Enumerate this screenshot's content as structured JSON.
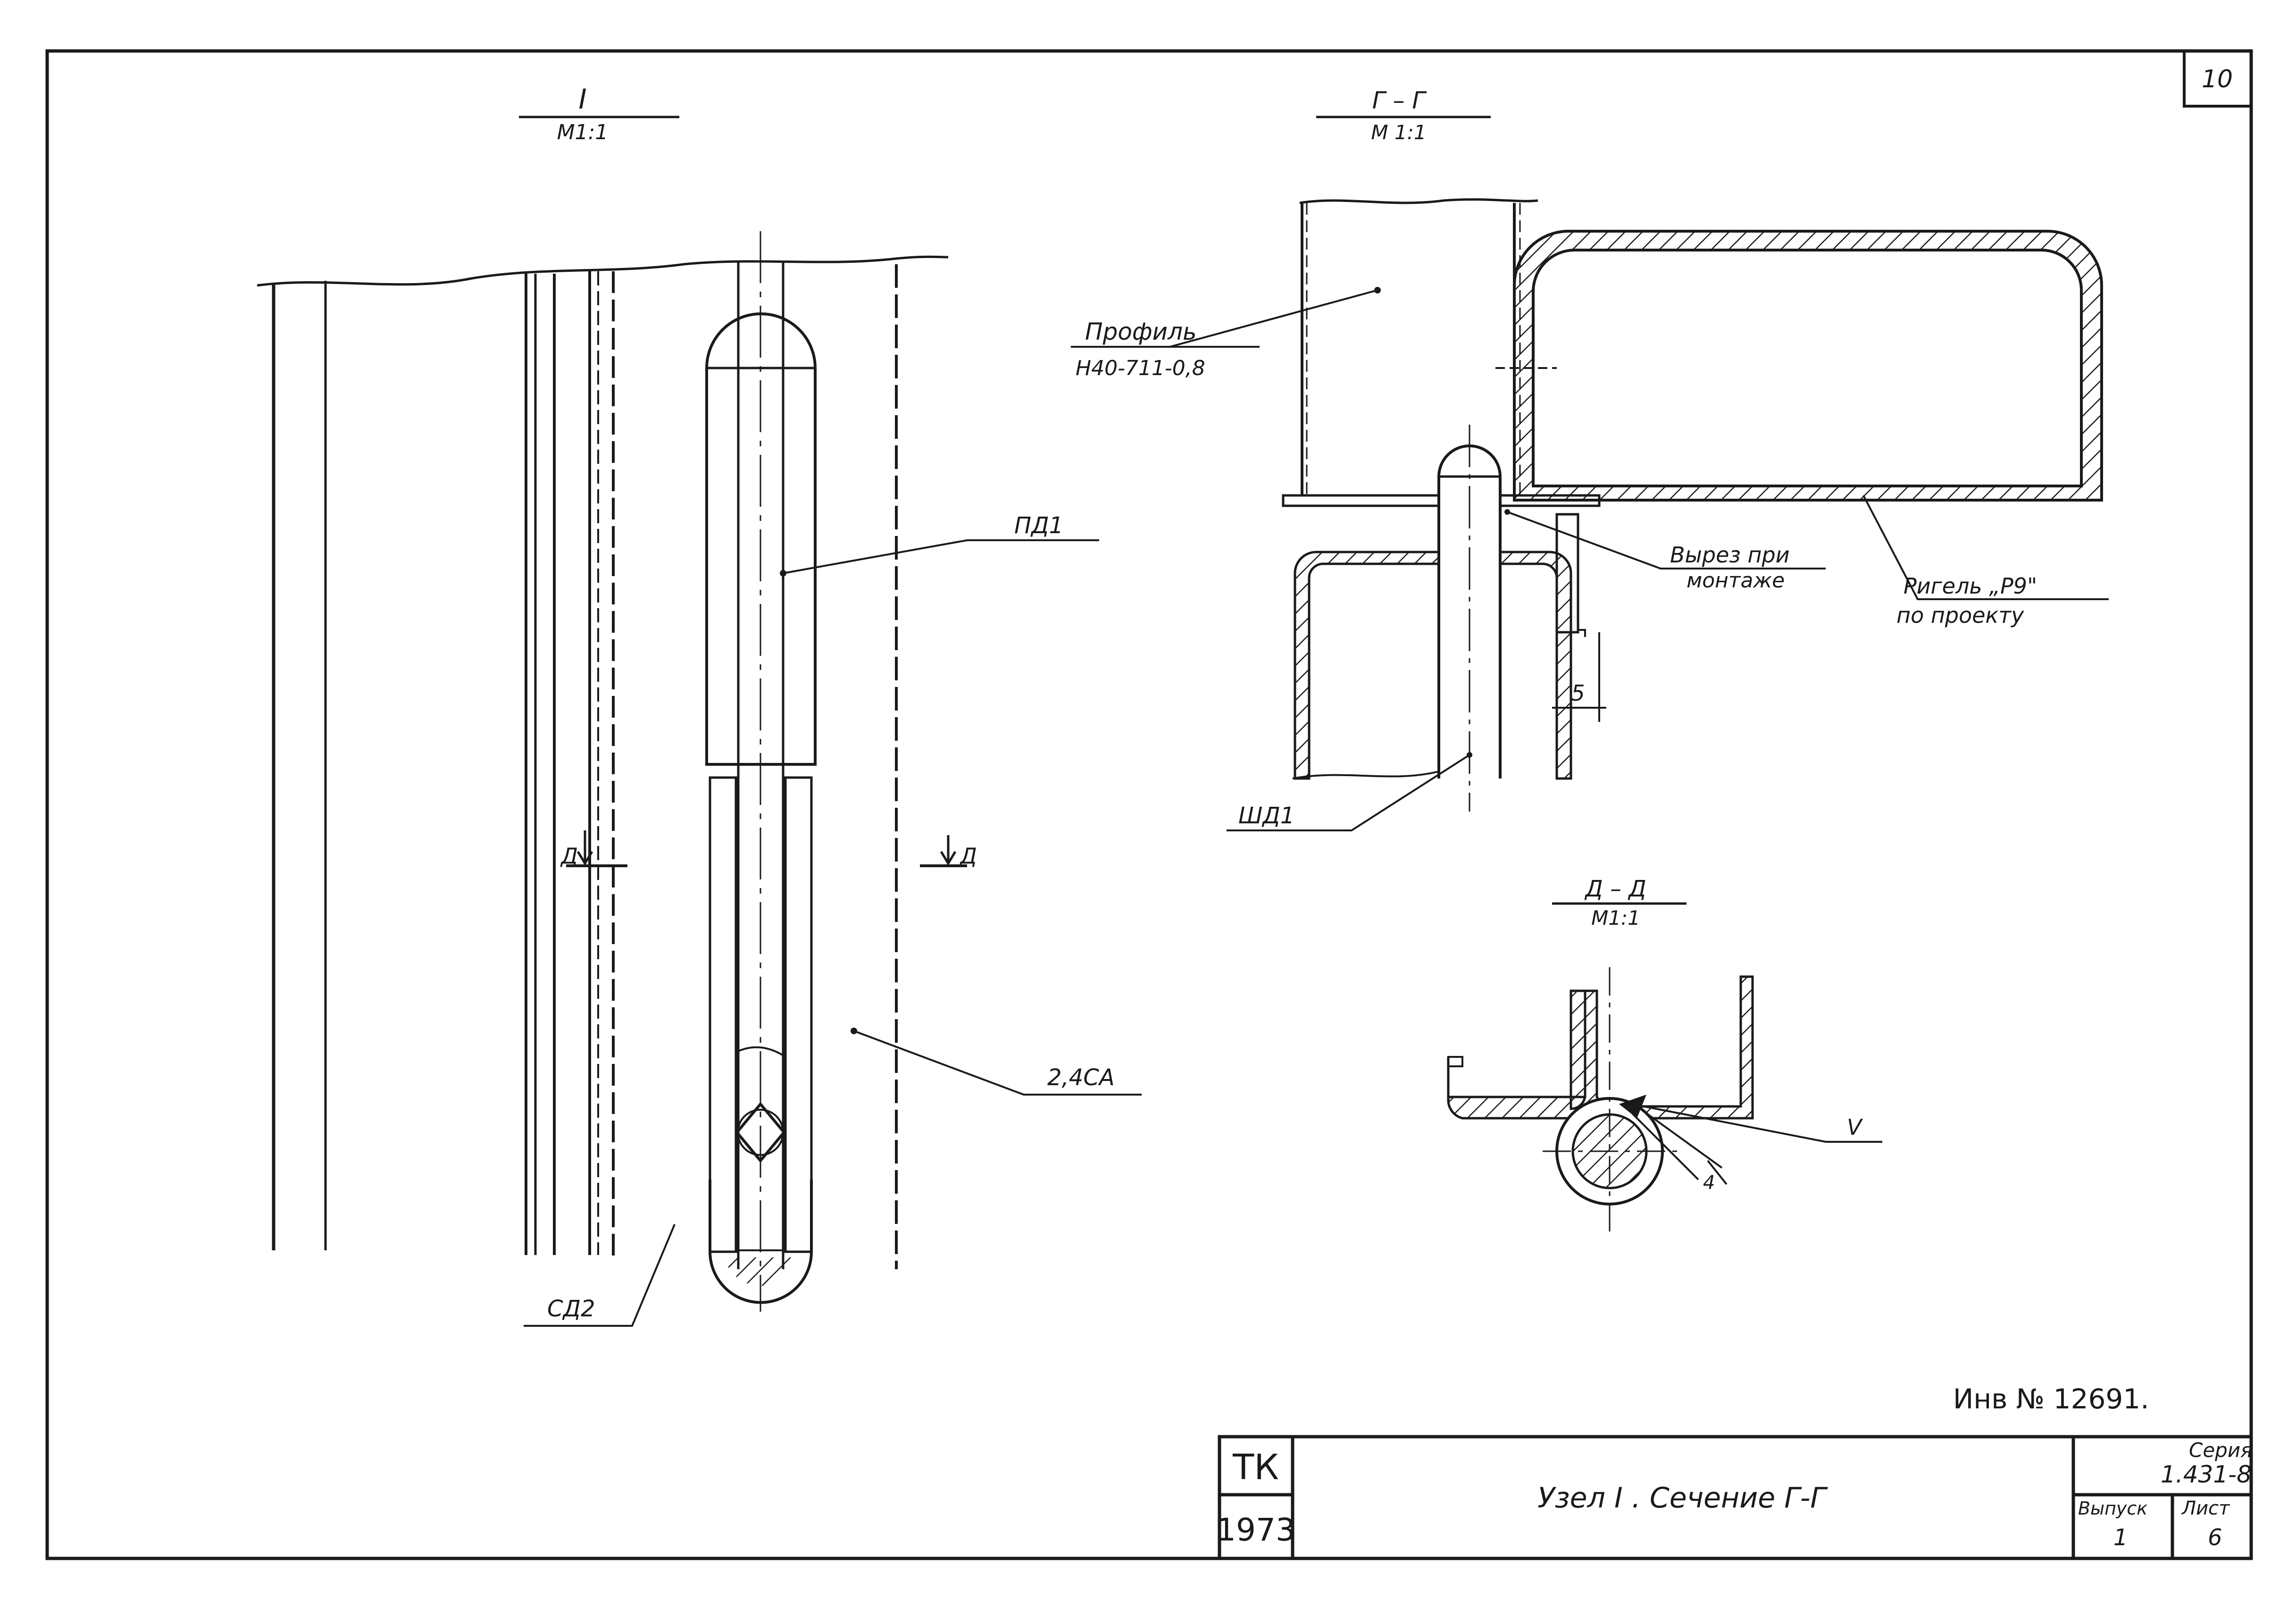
{
  "sheet_number": "10",
  "views": {
    "node1": {
      "title": "I",
      "scale": "М1:1"
    },
    "section_gg": {
      "title": "Г – Г",
      "scale": "М 1:1"
    },
    "section_dd": {
      "title": "Д – Д",
      "scale": "М1:1"
    }
  },
  "callouts": {
    "pd1": "ПД1",
    "sd2": "СД2",
    "ca": "2,4СА",
    "cut_d_left": "Д",
    "cut_d_right": "Д",
    "profile_name": "Профиль",
    "profile_code": "Н40-711-0,8",
    "cutout_line1": "Вырез при",
    "cutout_line2": "монтаже",
    "rigel_line1": "Ригель „Р9\"",
    "rigel_line2": "по проекту",
    "shd1": "ШД1",
    "dim_5": "5",
    "weld_v": "V",
    "weld_leg": "4"
  },
  "inventory": "Инв № 12691.",
  "title_block": {
    "org": "ТК",
    "year": "1973",
    "title": "Узел I . Сечение Г-Г",
    "series_label": "Серия",
    "series_value": "1.431-8",
    "issue_label": "Выпуск",
    "issue_value": "1",
    "sheet_label": "Лист",
    "sheet_value": "6"
  }
}
